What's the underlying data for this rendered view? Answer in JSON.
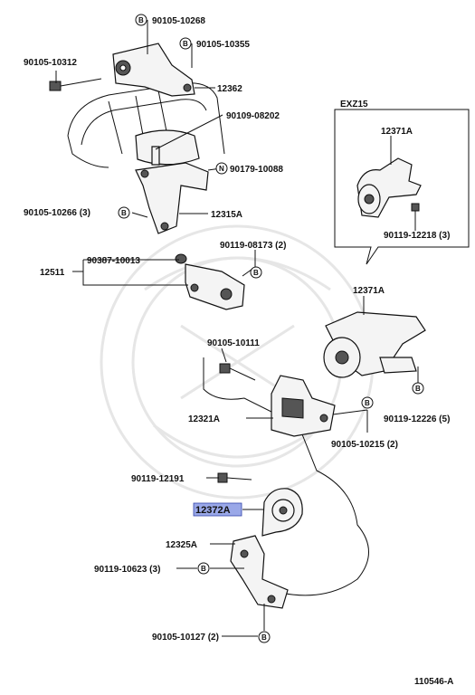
{
  "inset_title": "EXZ15",
  "diagram_id": "110546-A",
  "highlight_color": "#9aa8e8",
  "badge_b": "B",
  "badge_n": "N",
  "labels": {
    "p90105_10268": "90105-10268",
    "p90105_10355": "90105-10355",
    "p90105_10312": "90105-10312",
    "p12362": "12362",
    "p90109_08202": "90109-08202",
    "p90179_10088": "90179-10088",
    "p90105_10266": "90105-10266 (3)",
    "p12315A": "12315A",
    "p90119_08173": "90119-08173 (2)",
    "p90387_10013": "90387-10013",
    "p12511": "12511",
    "p12371A_inset": "12371A",
    "p90119_12218": "90119-12218 (3)",
    "p12371A": "12371A",
    "p90105_10111": "90105-10111",
    "p12321A": "12321A",
    "p90119_12226": "90119-12226 (5)",
    "p90105_10215": "90105-10215 (2)",
    "p90119_12191": "90119-12191",
    "p12372A": "12372A",
    "p12325A": "12325A",
    "p90119_10623": "90119-10623 (3)",
    "p90105_10127": "90105-10127 (2)"
  }
}
